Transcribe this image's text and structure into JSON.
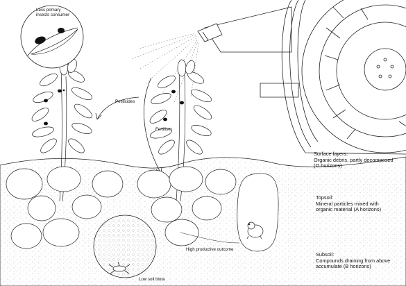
{
  "labels": {
    "insects_line1": "Less primary",
    "insects_line2": "insects consumer",
    "pesticides": "Pesticides",
    "fertiliser": "Fertiliser",
    "high_outcome": "High productive outcome",
    "low_biota": "Low soil biota"
  },
  "layers": {
    "surface": {
      "title": "Surface layers:",
      "line1": "Organic debris, partly decomposed",
      "line2": "(O horizons)"
    },
    "topsoil": {
      "title": "Topsoil:",
      "line1": "Mineral particles mixed with",
      "line2": "organic material (A horizons)"
    },
    "subsoil": {
      "title": "Subsoil:",
      "line1": "Compounds draining from above",
      "line2": "accumulate (B horizons)"
    }
  },
  "colors": {
    "line": "#222222",
    "insect": "#111111",
    "soil_dot": "#9a9a9a"
  },
  "icons": [
    "insect-icon",
    "hamster-icon",
    "beetle-icon",
    "tractor-wheel-icon",
    "spray-nozzle-icon"
  ]
}
